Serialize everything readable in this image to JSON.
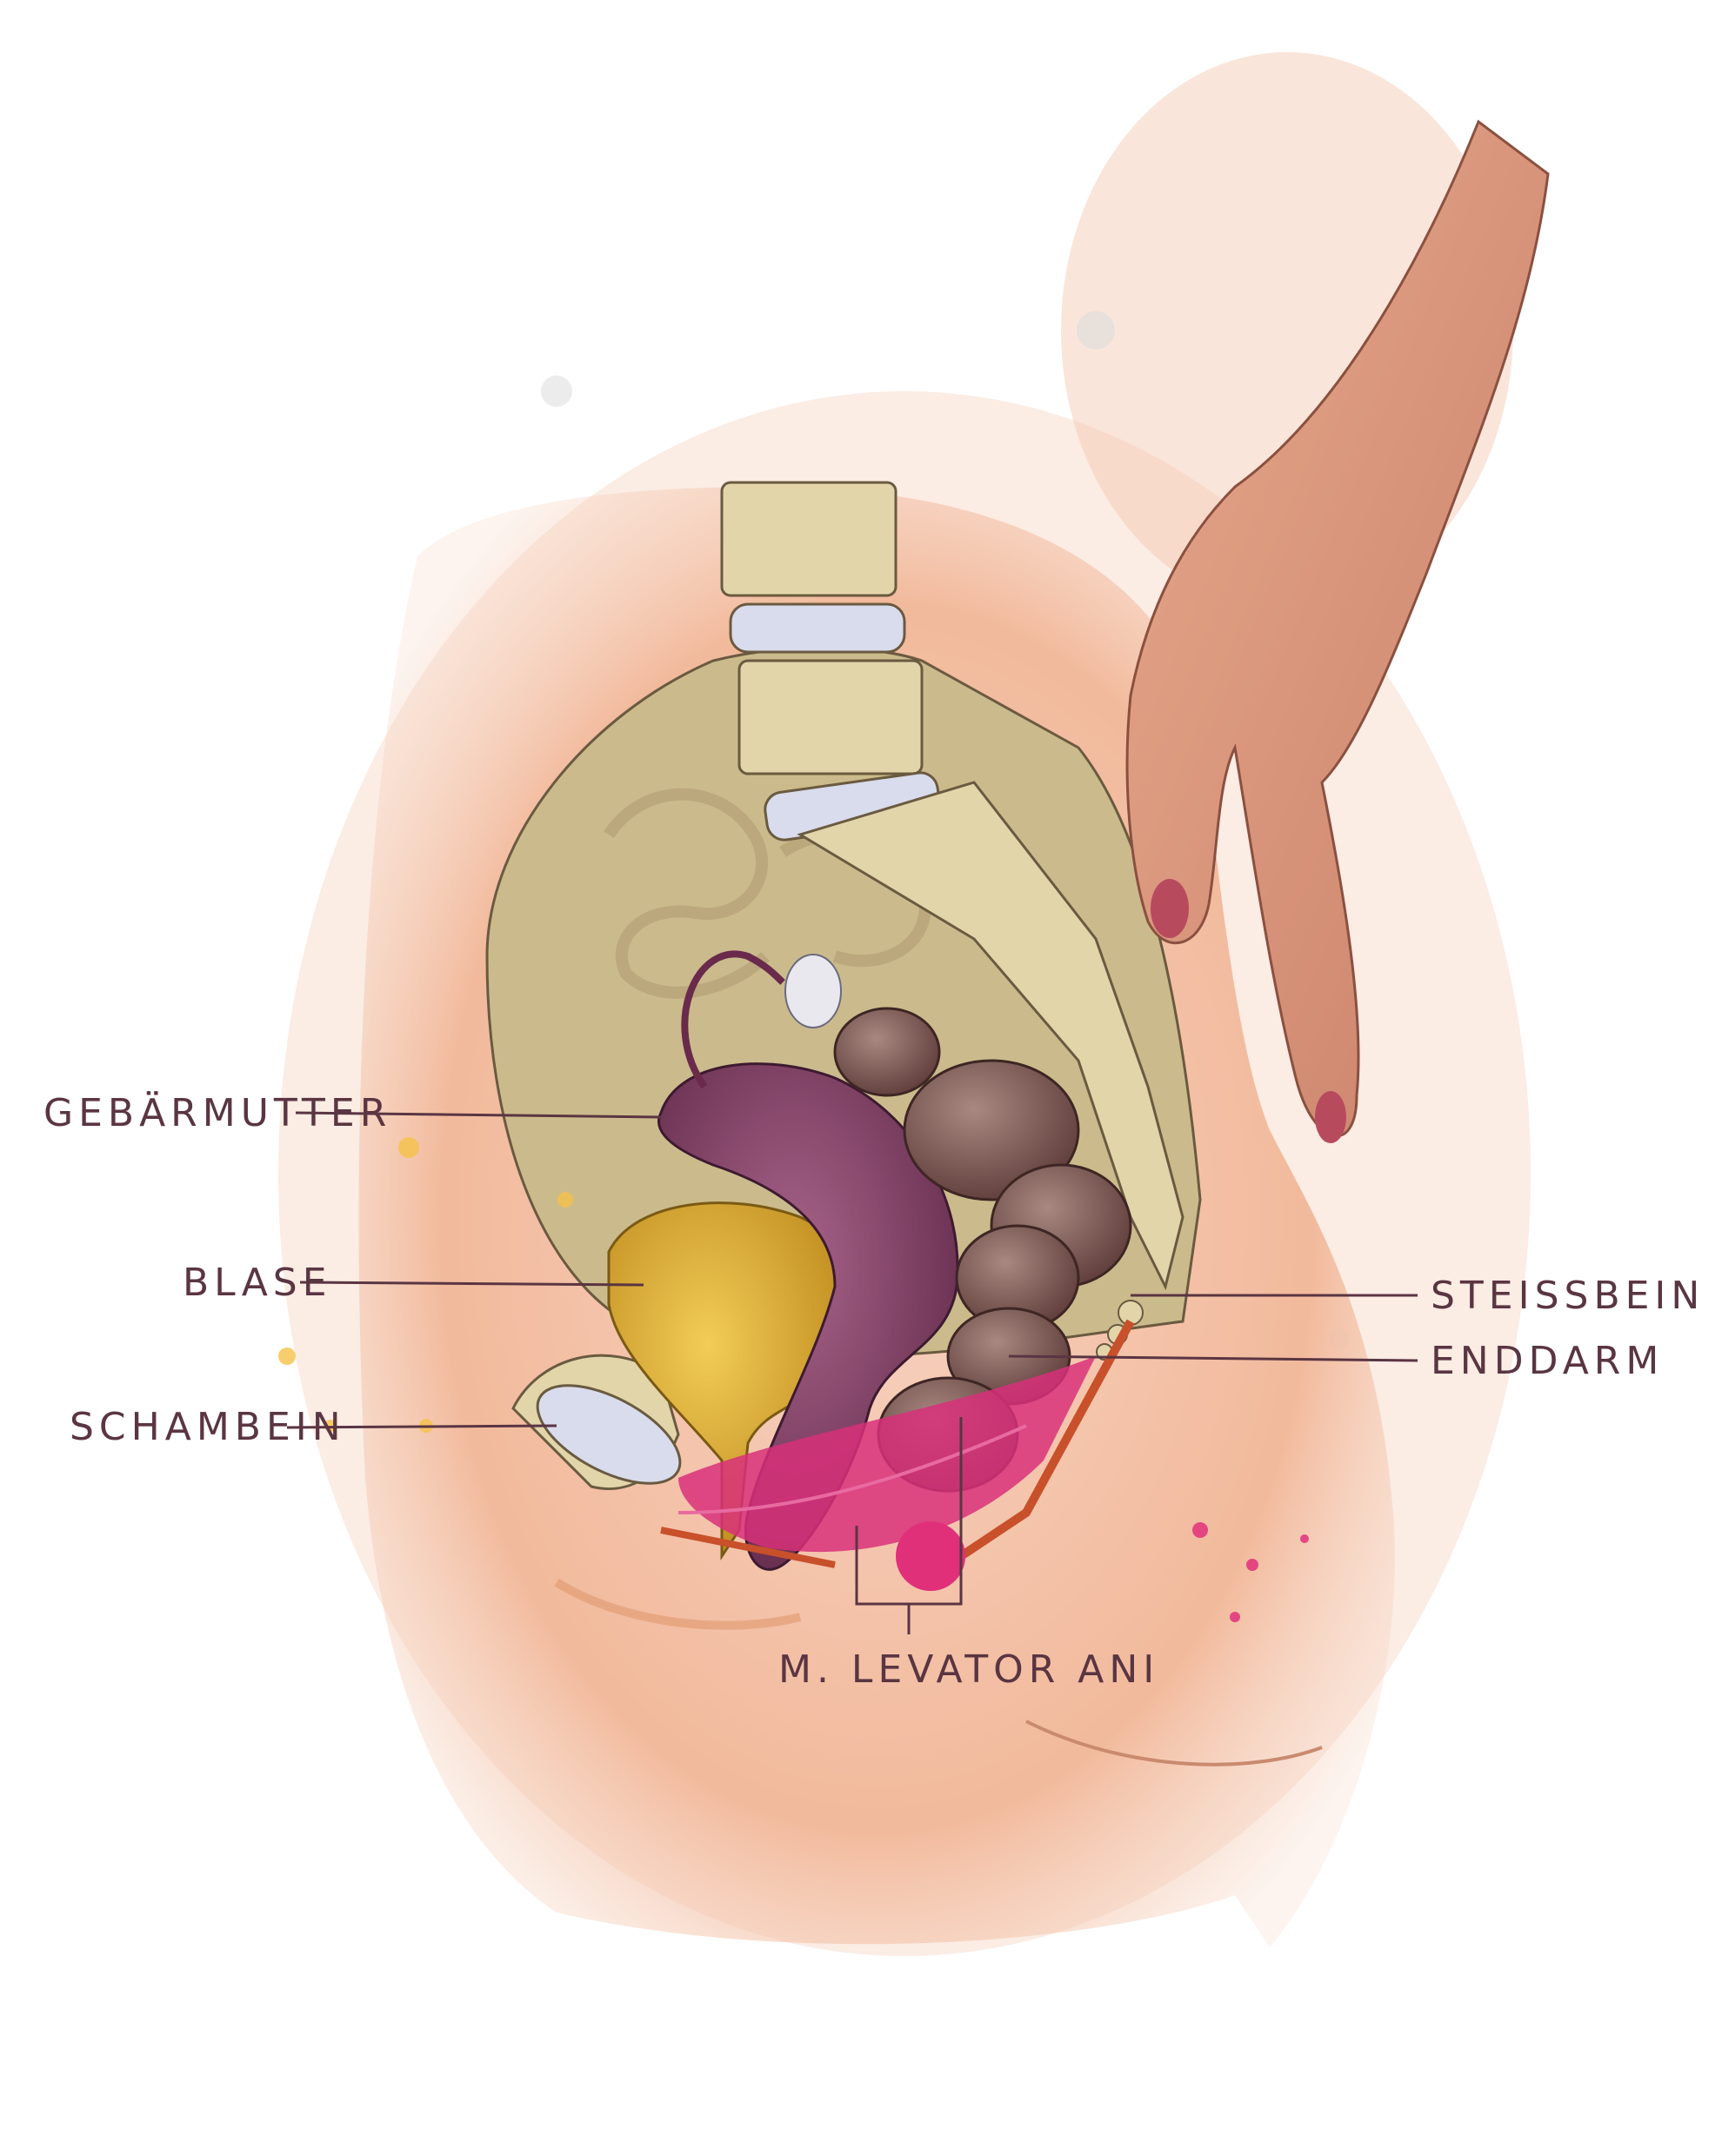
{
  "labels": {
    "uterus": "GEBÄRMUTTER",
    "bladder": "BLASE",
    "pubic_bone": "SCHAMBEIN",
    "coccyx": "STEISSBEIN",
    "rectum": "ENDDARM",
    "levator": "M. LEVATOR ANI"
  },
  "colors": {
    "skin": "#f0b79a",
    "skin_shadow": "#e89a78",
    "pelvis": "#c9b88a",
    "bone": "#e8dcb4",
    "disc": "#d8dcec",
    "uterus": "#7a3a5c",
    "bladder": "#d9a72e",
    "rectum": "#7a5550",
    "muscle": "#d8307a",
    "hand": "#d9957a",
    "nail": "#b84a5e",
    "label": "#5a3542"
  }
}
